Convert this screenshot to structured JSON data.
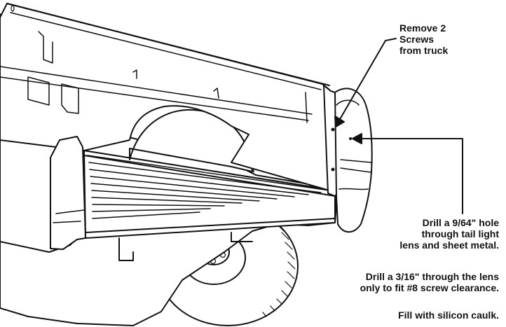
{
  "callouts": {
    "remove_screws": [
      "Remove 2",
      "Screws",
      "from truck"
    ],
    "drill_hole": [
      "Drill a 9/64\" hole",
      "through tail light",
      "lens and sheet metal."
    ],
    "drill_lens": [
      "Drill a 3/16\" through the lens",
      "only to fit #8 screw clearance."
    ],
    "fill": "Fill with silicon caulk."
  },
  "colors": {
    "line": "#111111",
    "background": "#ffffff"
  }
}
